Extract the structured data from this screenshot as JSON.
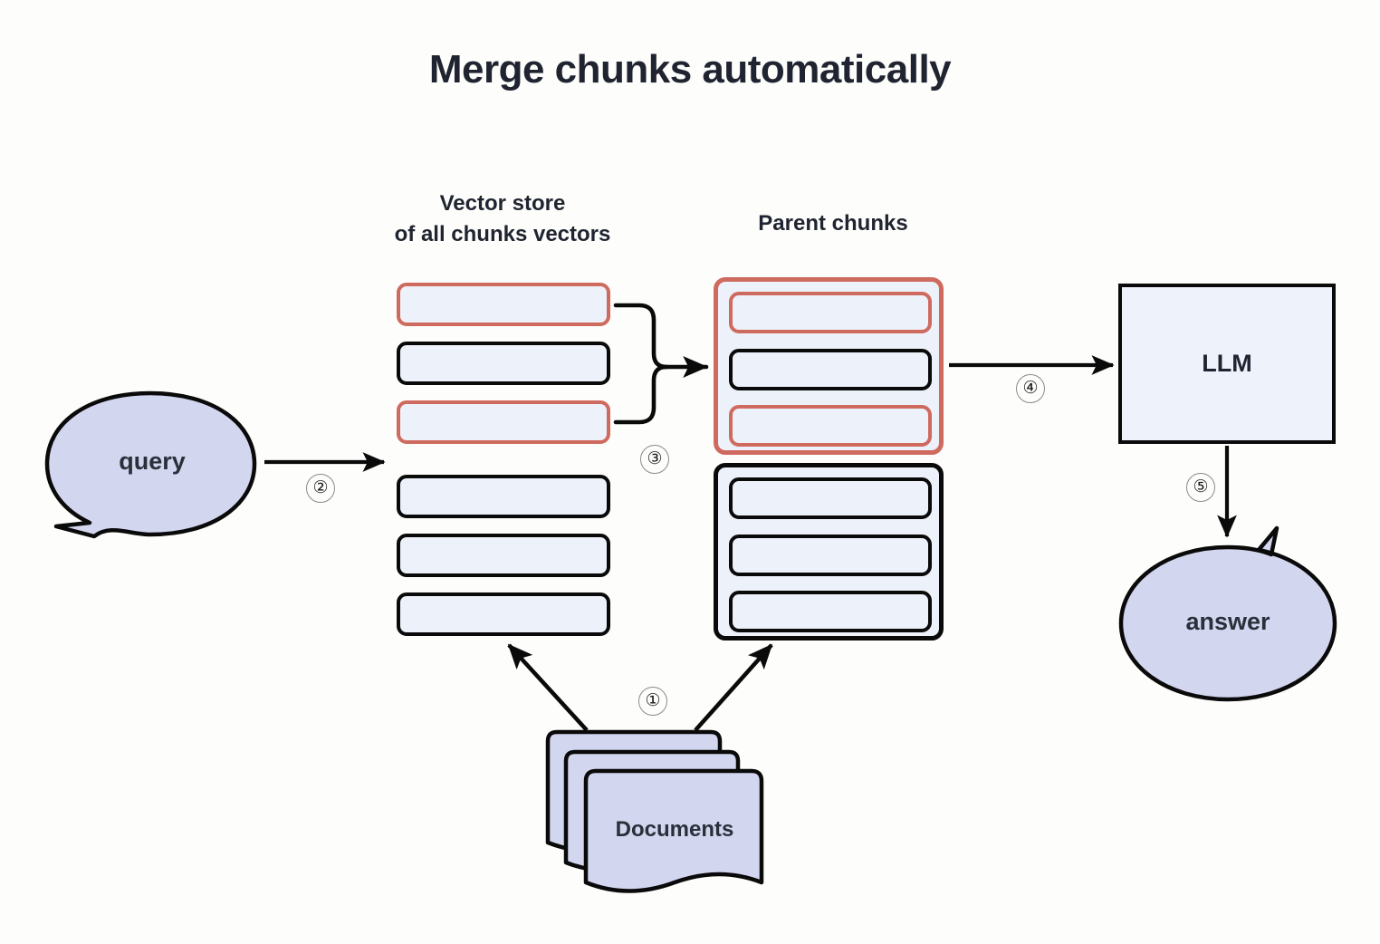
{
  "title": "Merge chunks automatically",
  "colors": {
    "background": "#fdfdfb",
    "chunk_fill": "#edf1fa",
    "chunk_border_default": "#0a0a0a",
    "chunk_border_highlight": "#cf6a5f",
    "bubble_fill": "#d2d6ef",
    "document_fill": "#d2d6ef",
    "llm_fill": "#edf2fb",
    "text": "#1f2430"
  },
  "labels": {
    "vector_store": "Vector store\nof all chunks vectors",
    "parent_chunks": "Parent  chunks"
  },
  "nodes": {
    "query": {
      "label": "query",
      "shape": "speech-bubble-ellipse"
    },
    "answer": {
      "label": "answer",
      "shape": "speech-bubble-ellipse"
    },
    "llm": {
      "label": "LLM",
      "shape": "rectangle"
    },
    "documents": {
      "label": "Documents",
      "shape": "document-stack",
      "count": 3
    }
  },
  "vector_store": {
    "chunks": [
      {
        "id": "chunk-1",
        "state": "highlight"
      },
      {
        "id": "chunk-2",
        "state": "default"
      },
      {
        "id": "chunk-3",
        "state": "highlight"
      },
      {
        "id": "chunk-4",
        "state": "default"
      },
      {
        "id": "chunk-5",
        "state": "default"
      },
      {
        "id": "chunk-6",
        "state": "default"
      }
    ]
  },
  "parent_chunks": {
    "groups": [
      {
        "id": "parent-group-1",
        "state": "highlight",
        "children": [
          {
            "id": "parent-1-chunk-1",
            "state": "highlight"
          },
          {
            "id": "parent-1-chunk-2",
            "state": "default"
          },
          {
            "id": "parent-1-chunk-3",
            "state": "highlight"
          }
        ]
      },
      {
        "id": "parent-group-2",
        "state": "default",
        "children": [
          {
            "id": "parent-2-chunk-1",
            "state": "default"
          },
          {
            "id": "parent-2-chunk-2",
            "state": "default"
          },
          {
            "id": "parent-2-chunk-3",
            "state": "default"
          }
        ]
      }
    ]
  },
  "steps": [
    {
      "number": "1",
      "glyph": "①",
      "from": "documents",
      "to": "vector-store-and-parent-chunks"
    },
    {
      "number": "2",
      "glyph": "②",
      "from": "query",
      "to": "vector-store"
    },
    {
      "number": "3",
      "glyph": "③",
      "from": "matched-chunks",
      "to": "parent-chunks"
    },
    {
      "number": "4",
      "glyph": "④",
      "from": "parent-chunks",
      "to": "llm"
    },
    {
      "number": "5",
      "glyph": "⑤",
      "from": "llm",
      "to": "answer"
    }
  ]
}
